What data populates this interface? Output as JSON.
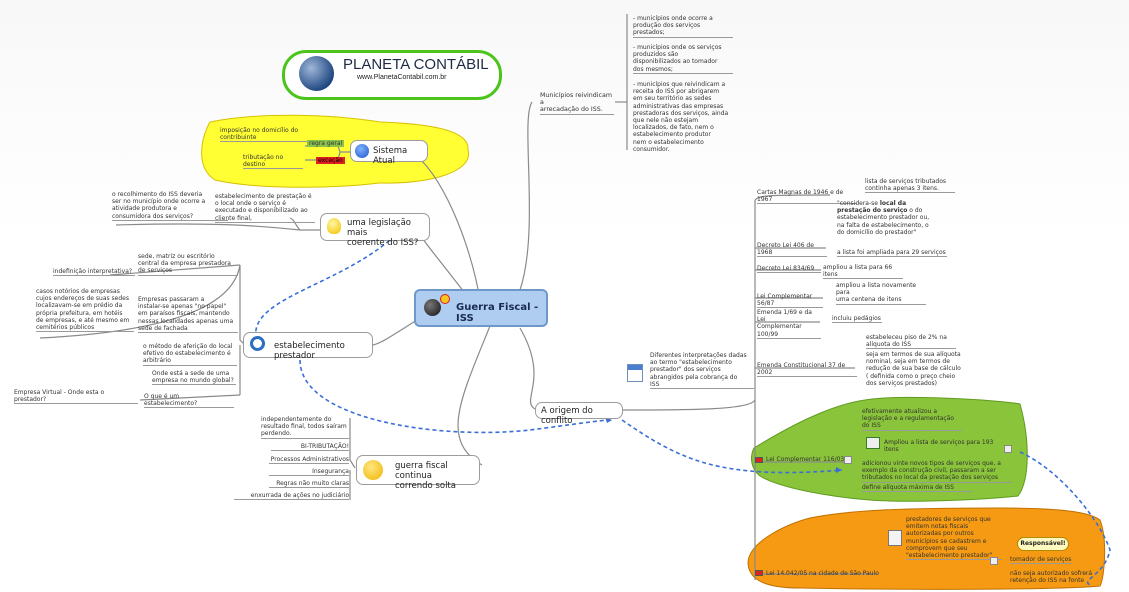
{
  "logo": {
    "title": "PLANETA CONTÁBIL",
    "url": "www.PlanetaContabil.com.br"
  },
  "central": {
    "title": "Guerra Fiscal - ISS"
  },
  "sistema": {
    "title": "Sistema Atual",
    "imposicao": "imposição no domicílio do\ncontribuinte",
    "regra": "regra geral",
    "tributacao": "tributação no destino",
    "exceção": "exceção"
  },
  "legislacao": {
    "title": "uma legislação mais\ncoerente do ISS?",
    "left": "o recolhimento do ISS deveria\nser no município onde ocorre a\natividade produtora e\nconsumidora dos serviços?",
    "mid": "estabelecimento de prestação é\no local onde o serviço é\nexecutado e disponibilizado ao\ncliente final,"
  },
  "estab": {
    "title": "estabelecimento prestador",
    "indef": "indefinição interpretativa?",
    "sede": "sede, matriz ou escritório\ncentral da empresa prestadora\nde serviços",
    "casos": "casos notórios de empresas\ncujos endereços de suas sedes\nlocalizavam-se em prédio da\nprópria prefeitura, em hotéis\nde empresas, e até mesmo em\ncemitérios públicos",
    "paraisos": "Empresas passaram a\ninstalar-se apenas \"no papel\"\nem paraísos fiscais, mantendo\nnessas localidades apenas uma\nsede de fachada",
    "metodo": "o método de aferição do local\nefetivo do estabelecimento é\narbitrário",
    "onde": "Onde está a sede de uma\nempresa no mundo global?",
    "virtual": "Empresa Virtual - Onde esta o prestador?",
    "oque": "O que é um estabelecimento?"
  },
  "guerra": {
    "title": "guerra fiscal continua\ncorrendo solta",
    "indep": "independentemente do\nresultado final, todos saíram\nperdendo.",
    "items": [
      "BI-TRIBUTAÇÃO!",
      "Processos Administrativos",
      "Insegurança",
      "Regras não muito claras",
      "enxurrada de ações no judiciário"
    ]
  },
  "municipios": {
    "title": "Municípios reivindicam a\narrecadação do ISS.",
    "items": [
      "- municípios onde ocorre a\nprodução dos serviços\nprestados;",
      "- municípios onde os serviços\nproduzidos são\ndisponibilizados ao tomador\ndos mesmos;",
      "- municípios que reivindicam a\nreceita do ISS por abrigarem\nem seu território as sedes\nadministrativas das empresas\nprestadoras dos serviços, ainda\nque nele não estejam\nlocalizados, de fato, nem o\nestabelecimento produtor\nnem o estabelecimento\nconsumidor."
    ]
  },
  "origem": {
    "title": "A origem do conflito",
    "interp": "Diferentes interpretações dadas\nao termo \"estabelecimento\nprestador\" dos serviços\nabrangidos pela cobrança do\nISS"
  },
  "leis": {
    "cartas": "Cartas Magnas de 1946 e de 1967",
    "cartas_note": "lista de serviços tributados\ncontinha apenas 3 itens.",
    "dl406": "Decreto Lei 406 de 1968",
    "dl406_note1_a": "\"considera-se ",
    "dl406_note1_b": "local da\nprestação do serviço",
    "dl406_note1_c": " o do\nestabelecimento prestador ou,\nna falta de estabelecimento, o\ndo domicílio do prestador\"",
    "dl406_note2": "a lista foi ampliada para 29 serviços",
    "dl834": "Decreto Lei 834/69",
    "dl834_note": "ampliou a lista para 66 itens",
    "lc56": "Lei Complementar 56/87",
    "lc56_note": "ampliou a lista novamente para\numa centena de itens",
    "emenda1": "Emenda 1/69 e da Lei\nComplementar 100/99",
    "emenda1_note": "incluiu pedágios",
    "ec37": "Emenda Constitucional 37 de 2002",
    "ec37_note1": "estabeleceu piso de 2% na\nalíquota do ISS",
    "ec37_note2": "seja em termos de sua alíquota\nnominal, seja em termos de\nredução de sua base de cálculo\n( definida como o preço cheio\ndos serviços prestados)"
  },
  "lc116": {
    "label": "Lei Complementar 116/03",
    "n1": "efetivamente atualizou a\nlegislação e a regulamentação\ndo ISS",
    "n2": "Ampliou a lista de serviços para 193 itens",
    "n3": "adicionou vinte novos tipos de serviços que, a\nexemplo da construção civil, passaram a ser\ntributados no local da prestação dos serviços",
    "n4": "define alíquota máxima de ISS"
  },
  "lei14042": {
    "label": "Lei 14.042/05 na cidade de São Paulo",
    "n1": "prestadores de serviços que\nemitem notas fiscais\nautorizadas por outros\nmunicípios se cadastrem e\ncomprovem que seu\n\"estabelecimento prestador\"",
    "callout": "Responsável!",
    "tomador": "tomador de serviços",
    "n2": "não seja autorizado sofrerá\nretenção do ISS na fonte"
  },
  "colors": {
    "yellow_zone": "#ffff33",
    "green_zone": "#8ac43a",
    "orange_zone": "#f59a12",
    "central_fill": "#aecdf0",
    "connector": "#3a6fd8",
    "branch": "#8a8a8a",
    "flag": "#dd2222"
  }
}
